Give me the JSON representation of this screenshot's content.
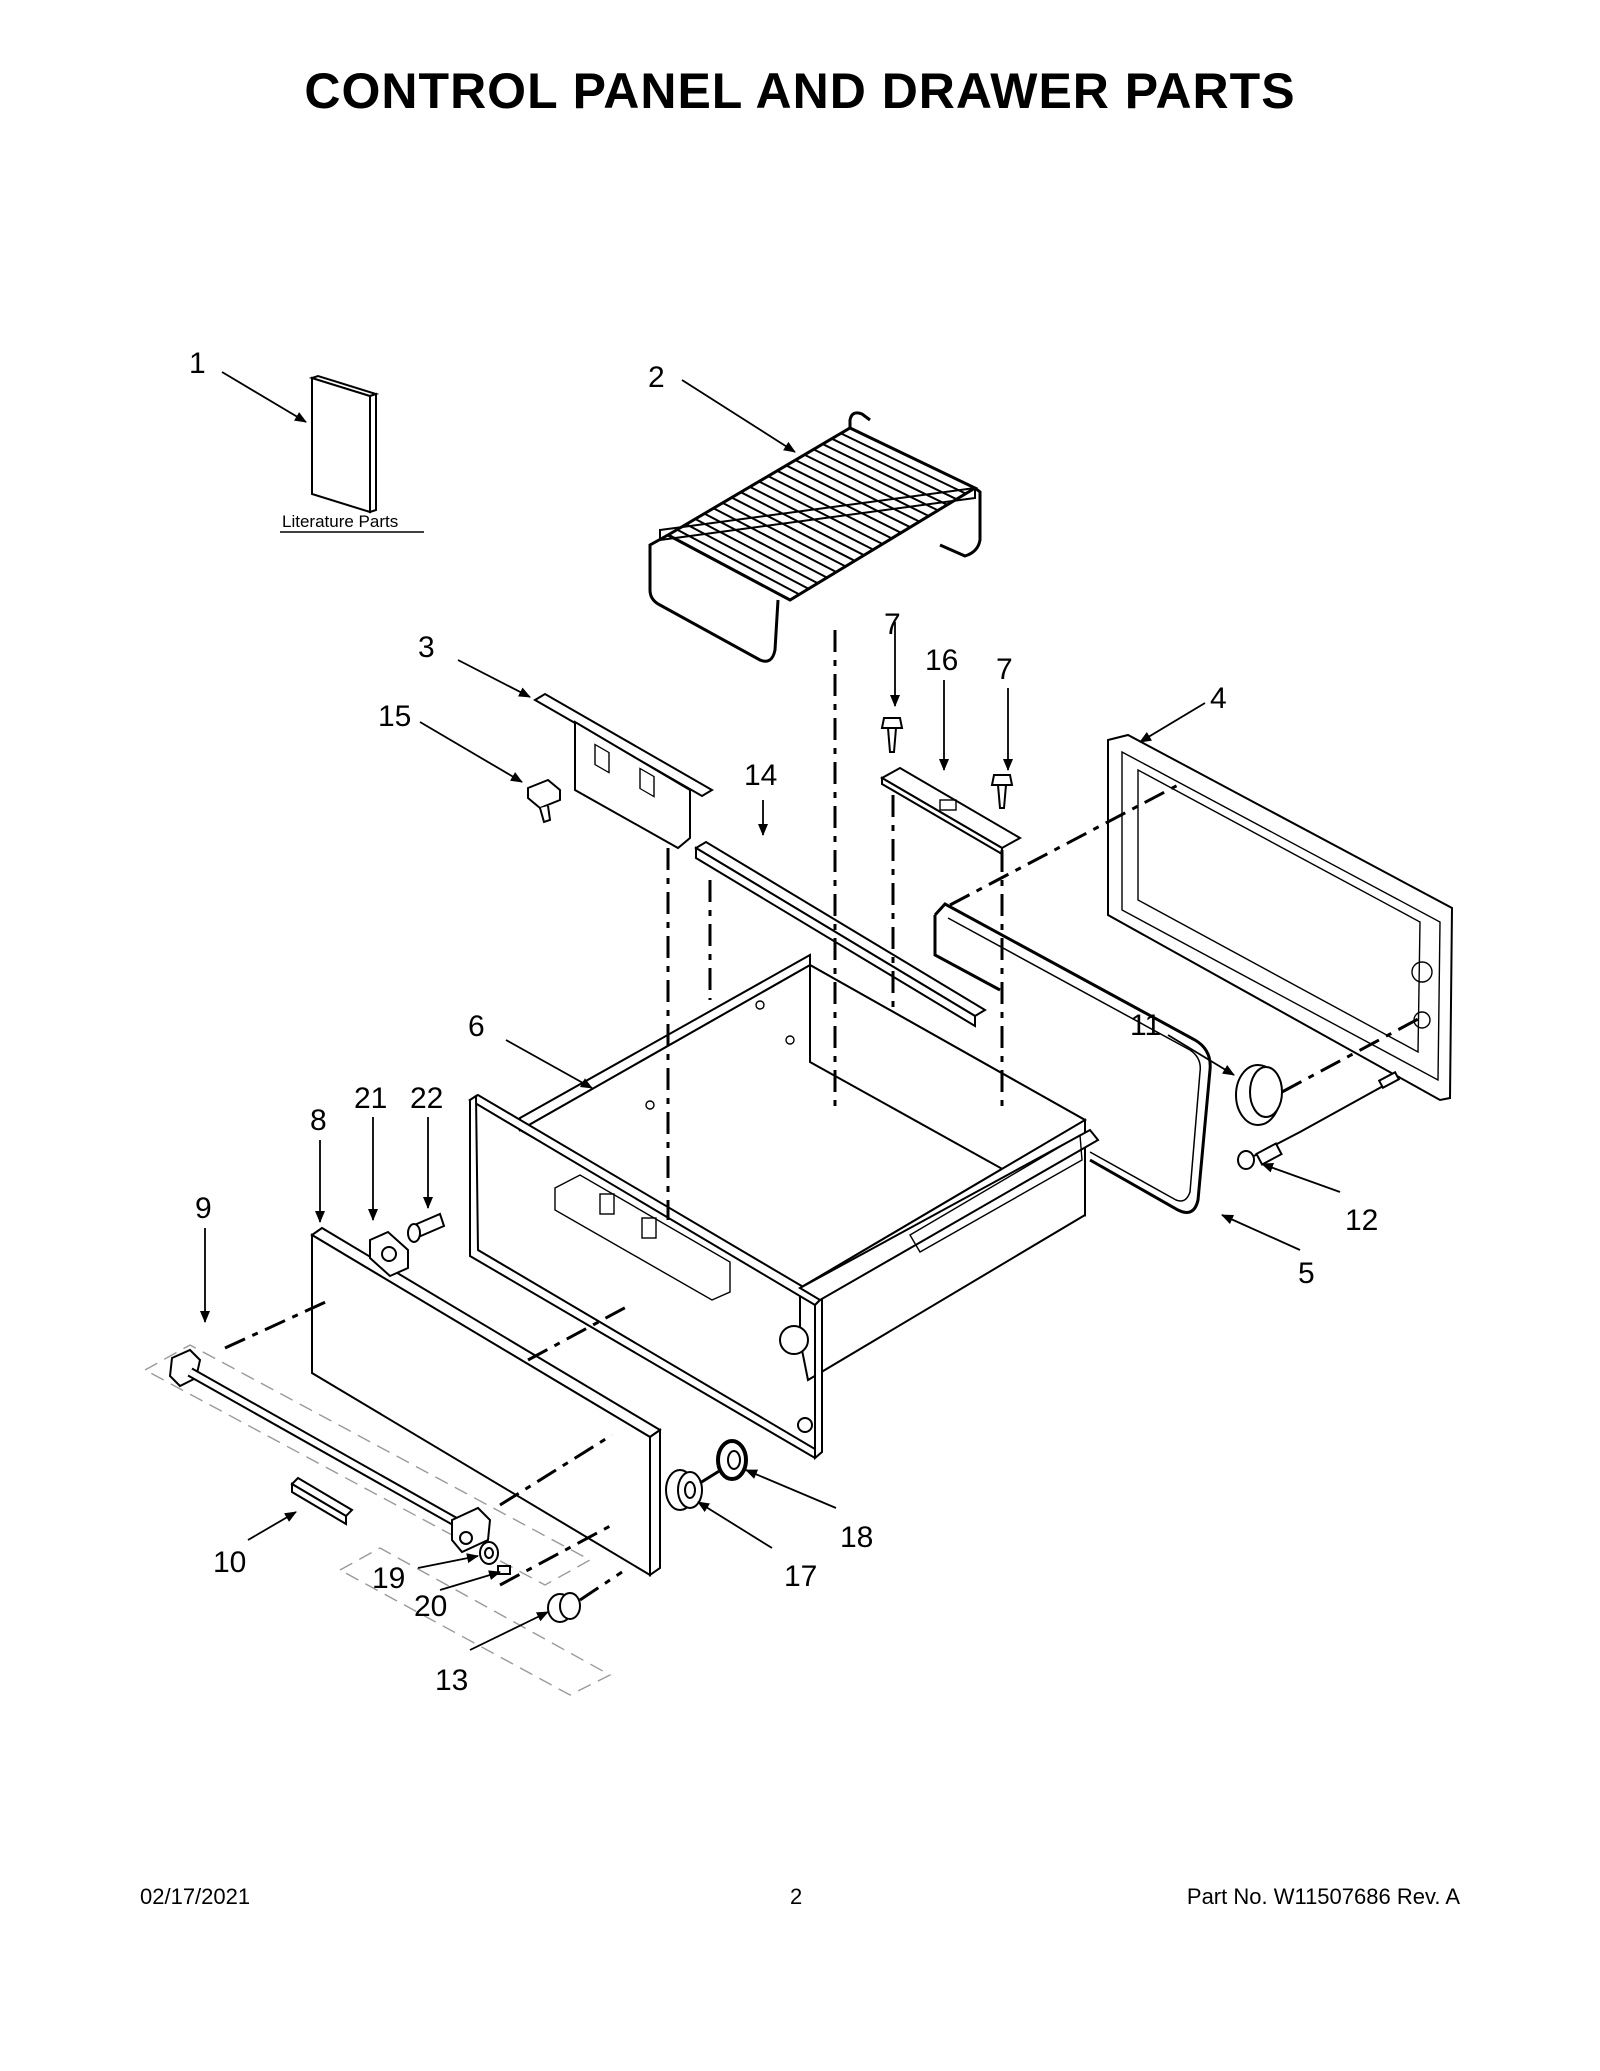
{
  "title": "CONTROL PANEL AND DRAWER PARTS",
  "literature_label": "Literature Parts",
  "callouts": [
    {
      "id": "1",
      "text": "1"
    },
    {
      "id": "2",
      "text": "2"
    },
    {
      "id": "3",
      "text": "3"
    },
    {
      "id": "4",
      "text": "4"
    },
    {
      "id": "5",
      "text": "5"
    },
    {
      "id": "6",
      "text": "6"
    },
    {
      "id": "7a",
      "text": "7"
    },
    {
      "id": "7b",
      "text": "7"
    },
    {
      "id": "8",
      "text": "8"
    },
    {
      "id": "9",
      "text": "9"
    },
    {
      "id": "10",
      "text": "10"
    },
    {
      "id": "11",
      "text": "11"
    },
    {
      "id": "12",
      "text": "12"
    },
    {
      "id": "13",
      "text": "13"
    },
    {
      "id": "14",
      "text": "14"
    },
    {
      "id": "15",
      "text": "15"
    },
    {
      "id": "16",
      "text": "16"
    },
    {
      "id": "17",
      "text": "17"
    },
    {
      "id": "18",
      "text": "18"
    },
    {
      "id": "19",
      "text": "19"
    },
    {
      "id": "20",
      "text": "20"
    },
    {
      "id": "21",
      "text": "21"
    },
    {
      "id": "22",
      "text": "22"
    }
  ],
  "footer": {
    "date": "02/17/2021",
    "page": "2",
    "part_no": "Part No.  W11507686  Rev.  A"
  }
}
